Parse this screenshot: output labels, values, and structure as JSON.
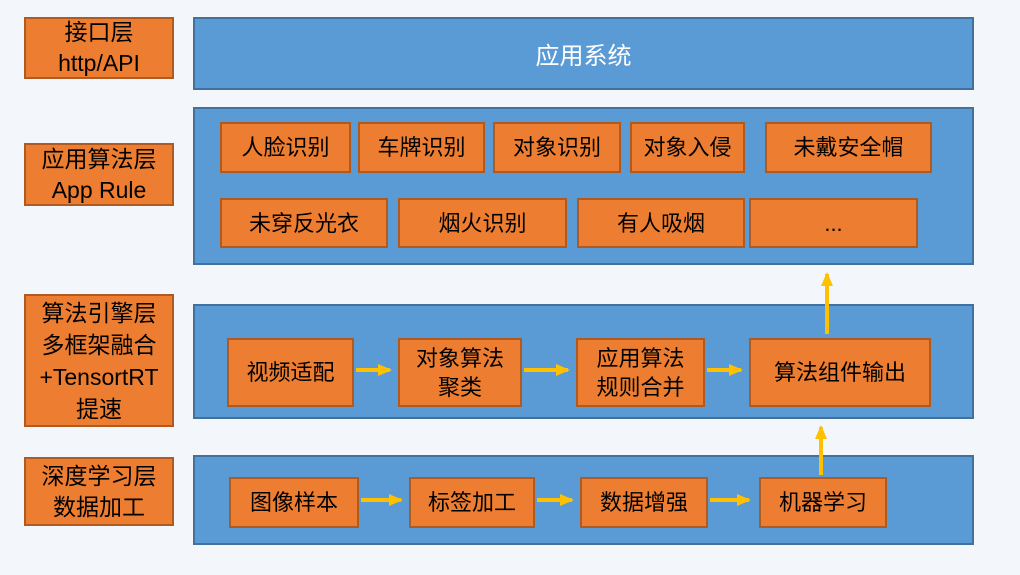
{
  "colors": {
    "background": "#F3F6FB",
    "box_fill": "#ED7D31",
    "box_border": "#AE5A21",
    "panel_fill": "#5B9BD5",
    "panel_border": "#41719C",
    "arrow": "#FFC000",
    "box_text": "#000000",
    "panel_title_text": "#FFFFFF"
  },
  "layer_labels": [
    {
      "label": "接口层\nhttp/API"
    },
    {
      "label": "应用算法层\nApp Rule"
    },
    {
      "label": "算法引擎层\n多框架融合\n+TensortRT\n提速"
    },
    {
      "label": "深度学习层\n数据加工"
    }
  ],
  "app_system_panel": {
    "title": "应用系统"
  },
  "app_algorithm_panel": {
    "row1": [
      "人脸识别",
      "车牌识别",
      "对象识别",
      "对象入侵",
      "未戴安全帽"
    ],
    "row2": [
      "未穿反光衣",
      "烟火识别",
      "有人吸烟",
      "..."
    ]
  },
  "engine_panel": {
    "steps": [
      "视频适配",
      "对象算法\n聚类",
      "应用算法\n规则合并",
      "算法组件输出"
    ]
  },
  "data_panel": {
    "steps": [
      "图像样本",
      "标签加工",
      "数据增强",
      "机器学习"
    ]
  }
}
